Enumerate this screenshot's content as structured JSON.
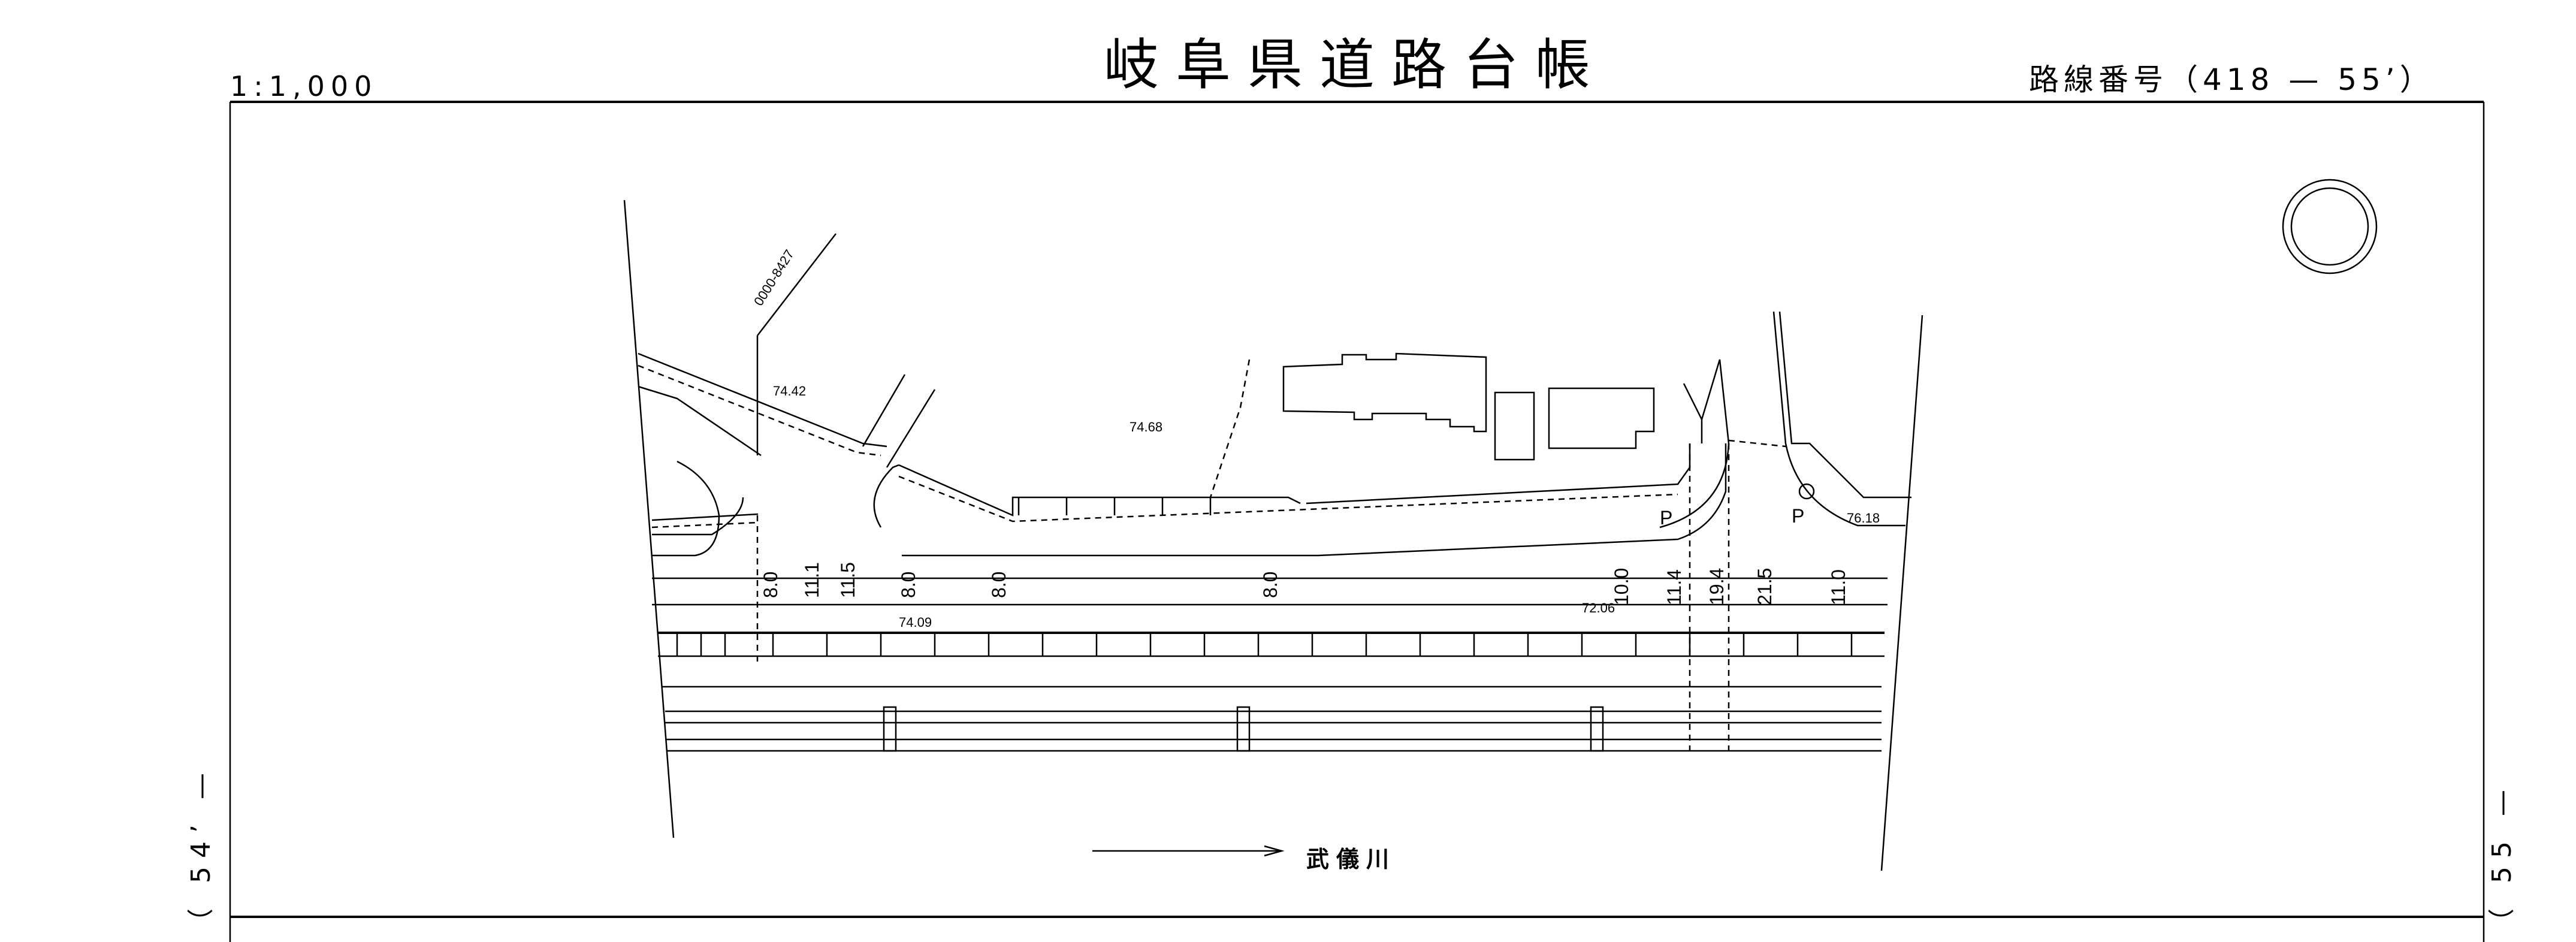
{
  "header": {
    "title": "岐阜県道路台帳",
    "scale": "1:1,000",
    "route_number": "路線番号（418 — 55’）"
  },
  "sheet": {
    "left_edge_label": "（ 54’ —",
    "right_edge_label": "（ 55 —"
  },
  "drawing": {
    "callout": "0000-8427",
    "elevations": [
      "74.42",
      "74.68",
      "74.09",
      "72.06",
      "76.18"
    ],
    "widths": [
      "8.0",
      "11.1",
      "11.5",
      "8.0",
      "8.0",
      "8.0",
      "10.0",
      "11.4",
      "19.4",
      "21.5",
      "11.0"
    ],
    "parking_marks": [
      "P",
      "P"
    ],
    "river_label": "武儀川"
  }
}
